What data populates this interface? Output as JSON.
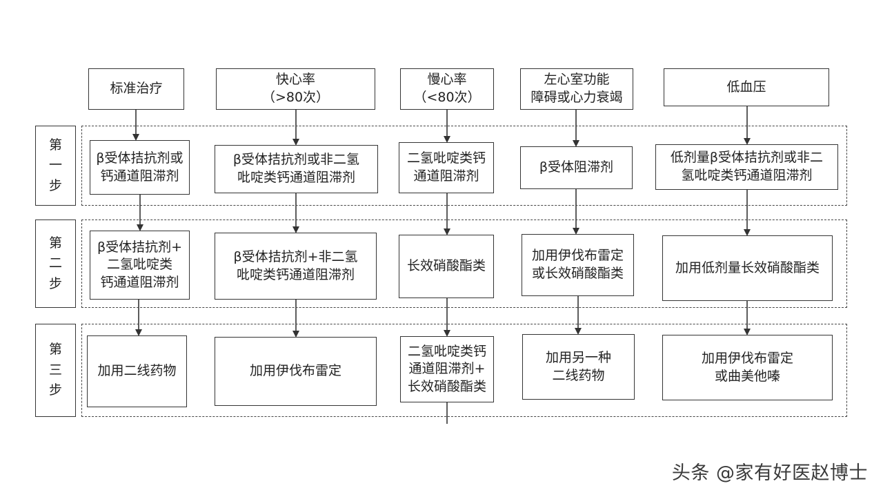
{
  "columns": [
    {
      "header": "标准治疗",
      "step1": "β受体拮抗剂或\n钙通道阻滞剂",
      "step2": "β受体拮抗剂+\n二氢吡啶类\n钙通道阻滞剂",
      "step3": "加用二线药物"
    },
    {
      "header": "快心率\n（>80次）",
      "step1": "β受体拮抗剂或非二氢\n吡啶类钙通道阻滞剂",
      "step2": "β受体拮抗剂+非二氢\n吡啶类钙通道阻滞剂",
      "step3": "加用伊伐布雷定"
    },
    {
      "header": "慢心率\n（<80次）",
      "step1": "二氢吡啶类钙\n通道阻滞剂",
      "step2": "长效硝酸酯类",
      "step3": "二氢吡啶类钙\n通道阻滞剂+\n长效硝酸酯类"
    },
    {
      "header": "左心室功能\n障碍或心力衰竭",
      "step1": "β受体阻滞剂",
      "step2": "加用伊伐布雷定\n或长效硝酸酯类",
      "step3": "加用另一种\n二线药物"
    },
    {
      "header": "低血压",
      "step1": "低剂量β受体拮抗剂或非二\n氢吡啶类钙通道阻滞剂",
      "step2": "加用低剂量长效硝酸酯类",
      "step3": "加用伊伐布雷定\n或曲美他嗪"
    }
  ],
  "steps": [
    {
      "label": "第\n一\n步"
    },
    {
      "label": "第\n二\n步"
    },
    {
      "label": "第\n三\n步"
    }
  ],
  "watermark": "头条 @家有好医赵博士",
  "colors": {
    "line": "#333333",
    "border": "#333333",
    "background": "#ffffff"
  }
}
